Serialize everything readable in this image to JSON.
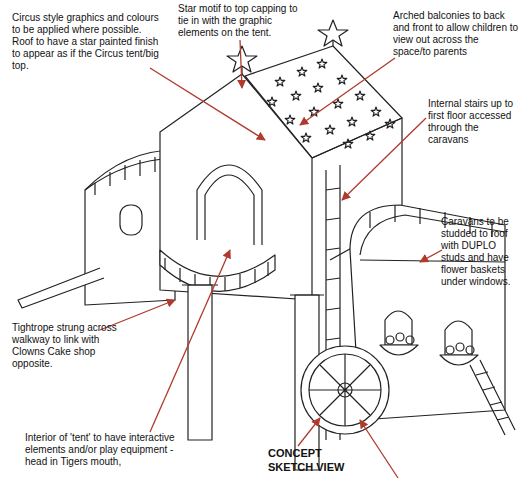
{
  "diagram": {
    "title": "CONCEPT SKETCH VIEW",
    "labels": [
      "Circus style graphics and colours to be applied where possible. Roof to have a star painted finish to appear as if the Circus tent/big top.",
      "Star motif to top capping to tie in with the graphic elements on the tent.",
      "Arched balconies to back and front to allow children to view out across the space/to parents",
      "Internal stairs up to first floor accessed through the caravans",
      "Caravans to be studded to roof with DUPLO studs and have flower baskets under windows.",
      "Tightrope strung across walkway to link with Clowns Cake shop opposite.",
      "Interior of 'tent' to have interactive elements and/or play equipment - head in Tigers mouth,"
    ]
  }
}
